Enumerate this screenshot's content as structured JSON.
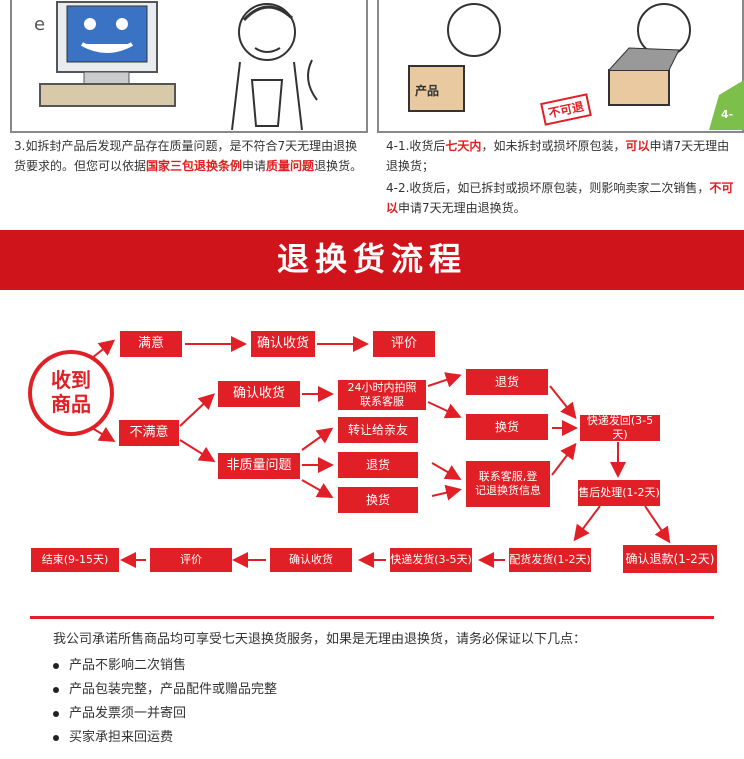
{
  "panel_left": {
    "caption_parts": [
      {
        "text": "3.如拆封产品后发现产品存在质量问题，是不符合7天无理由退换货要求的。但您可以依据",
        "red": false
      },
      {
        "text": "国家三包退换条例",
        "red": true
      },
      {
        "text": "申请",
        "red": false
      },
      {
        "text": "质量问题",
        "red": true
      },
      {
        "text": "退换货。",
        "red": false
      }
    ]
  },
  "panel_right": {
    "product_label": "产品",
    "stamp_text": "不可退",
    "corner_label": "4-",
    "line1_parts": [
      {
        "text": "4-1.收货后",
        "red": false
      },
      {
        "text": "七天内",
        "red": true
      },
      {
        "text": "，如未拆封或损坏原包装，",
        "red": false
      },
      {
        "text": "可以",
        "red": true
      },
      {
        "text": "申请7天无理由退换货；",
        "red": false
      }
    ],
    "line2_parts": [
      {
        "text": "4-2.收货后，如已拆封或损坏原包装，则影响卖家二次销售，",
        "red": false
      },
      {
        "text": "不可以",
        "red": true
      },
      {
        "text": "申请7天无理由退换货。",
        "red": false
      }
    ]
  },
  "banner": {
    "title": "退换货流程"
  },
  "flow": {
    "start": [
      "收到",
      "商品"
    ],
    "satisfied": "满意",
    "confirm_receipt_1": "确认收货",
    "review_1": "评价",
    "unsatisfied": "不满意",
    "confirm_receipt_2": "确认收货",
    "contact_24h": "24小时内拍照联系客服",
    "return_1": "退货",
    "exchange_1": "换货",
    "express_back": "快递发回(3-5天)",
    "quality_issue": "非质量问题",
    "transfer_friend": "转让给亲友",
    "return_2": "退货",
    "exchange_2": "换货",
    "contact_service": "联系客服,登记退换货信息",
    "after_sales": "售后处理(1-2天)",
    "confirm_refund": "确认退款(1-2天)",
    "dispatch": "配货发货(1-2天)",
    "express_send": "快递发货(3-5天)",
    "confirm_receipt_3": "确认收货",
    "review_2": "评价",
    "end": "结束(9-15天)"
  },
  "policy": {
    "intro": "我公司承诺所售商品均可享受七天退换货服务，如果是无理由退换货，请务必保证以下几点：",
    "items": [
      "产品不影响二次销售",
      "产品包装完整，产品配件或赠品完整",
      "产品发票须一并寄回",
      "买家承担来回运费"
    ]
  },
  "colors": {
    "accent": "#e01f26",
    "banner": "#d0141b"
  }
}
